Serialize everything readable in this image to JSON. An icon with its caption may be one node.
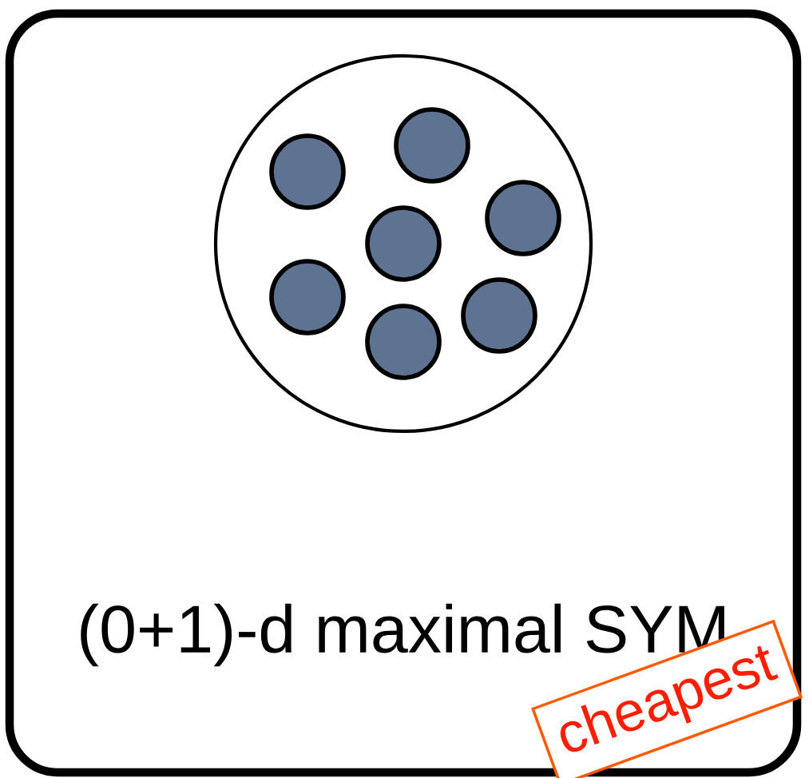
{
  "diagram": {
    "nodes": [
      {
        "text": [
          "(0+1)-d maximal SYM"
        ]
      },
      {
        "text": [],
        "shape": "circle",
        "in": 0
      },
      {
        "text": [],
        "shape": "circle",
        "in": 1
      },
      {
        "text": [],
        "shape": "circle",
        "in": 1
      },
      {
        "text": [],
        "shape": "circle",
        "in": 1
      },
      {
        "text": [],
        "shape": "circle",
        "in": 1
      },
      {
        "text": [],
        "shape": "circle",
        "in": 1
      },
      {
        "text": [],
        "shape": "circle",
        "in": 1
      },
      {
        "text": [],
        "shape": "circle",
        "in": 1
      }
    ],
    "labels": [
      "cheapest"
    ]
  }
}
